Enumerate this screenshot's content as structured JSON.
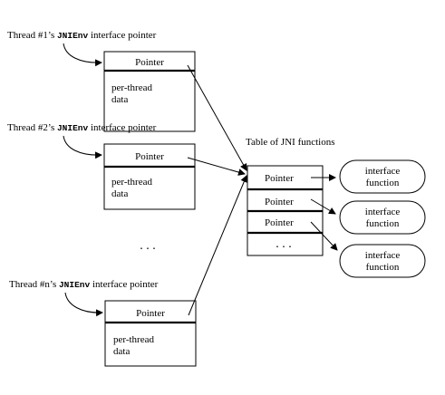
{
  "threads": [
    {
      "label_prefix": "Thread #1’s ",
      "label_code": "JNIEnv",
      "label_suffix": " interface pointer",
      "pointer": "Pointer",
      "data_line1": "per-thread",
      "data_line2": "data"
    },
    {
      "label_prefix": "Thread #2’s ",
      "label_code": "JNIEnv",
      "label_suffix": " interface pointer",
      "pointer": "Pointer",
      "data_line1": "per-thread",
      "data_line2": "data"
    },
    {
      "label_prefix": "Thread #n’s ",
      "label_code": "JNIEnv",
      "label_suffix": " interface pointer",
      "pointer": "Pointer",
      "data_line1": "per-thread",
      "data_line2": "data"
    }
  ],
  "ellipsis_threads": ". . .",
  "table": {
    "title": "Table of JNI functions",
    "rows": [
      "Pointer",
      "Pointer",
      "Pointer"
    ],
    "ellipsis": ". . ."
  },
  "functions": [
    {
      "line1": "interface",
      "line2": "function"
    },
    {
      "line1": "interface",
      "line2": "function"
    },
    {
      "line1": "interface",
      "line2": "function"
    }
  ]
}
